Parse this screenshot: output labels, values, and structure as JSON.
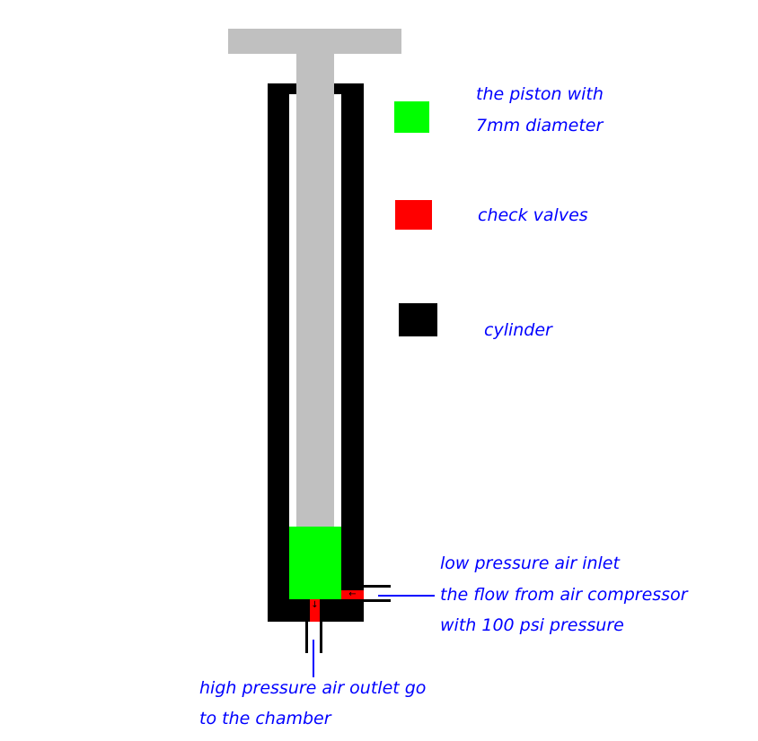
{
  "legend": {
    "piston": {
      "line1": "the piston with",
      "line2": "7mm diameter",
      "color": "#00ff00"
    },
    "valves": {
      "label": "check valves",
      "color": "#ff0000"
    },
    "cylinder": {
      "label": "cylinder",
      "color": "#000000"
    }
  },
  "inlet": {
    "line1": "low pressure air inlet",
    "line2": "the flow from air compressor",
    "line3": "with 100 psi pressure"
  },
  "outlet": {
    "line1": "high pressure air outlet go",
    "line2": "to the chamber"
  },
  "colors": {
    "rod": "#c0c0c0",
    "text": "#0000ff"
  }
}
